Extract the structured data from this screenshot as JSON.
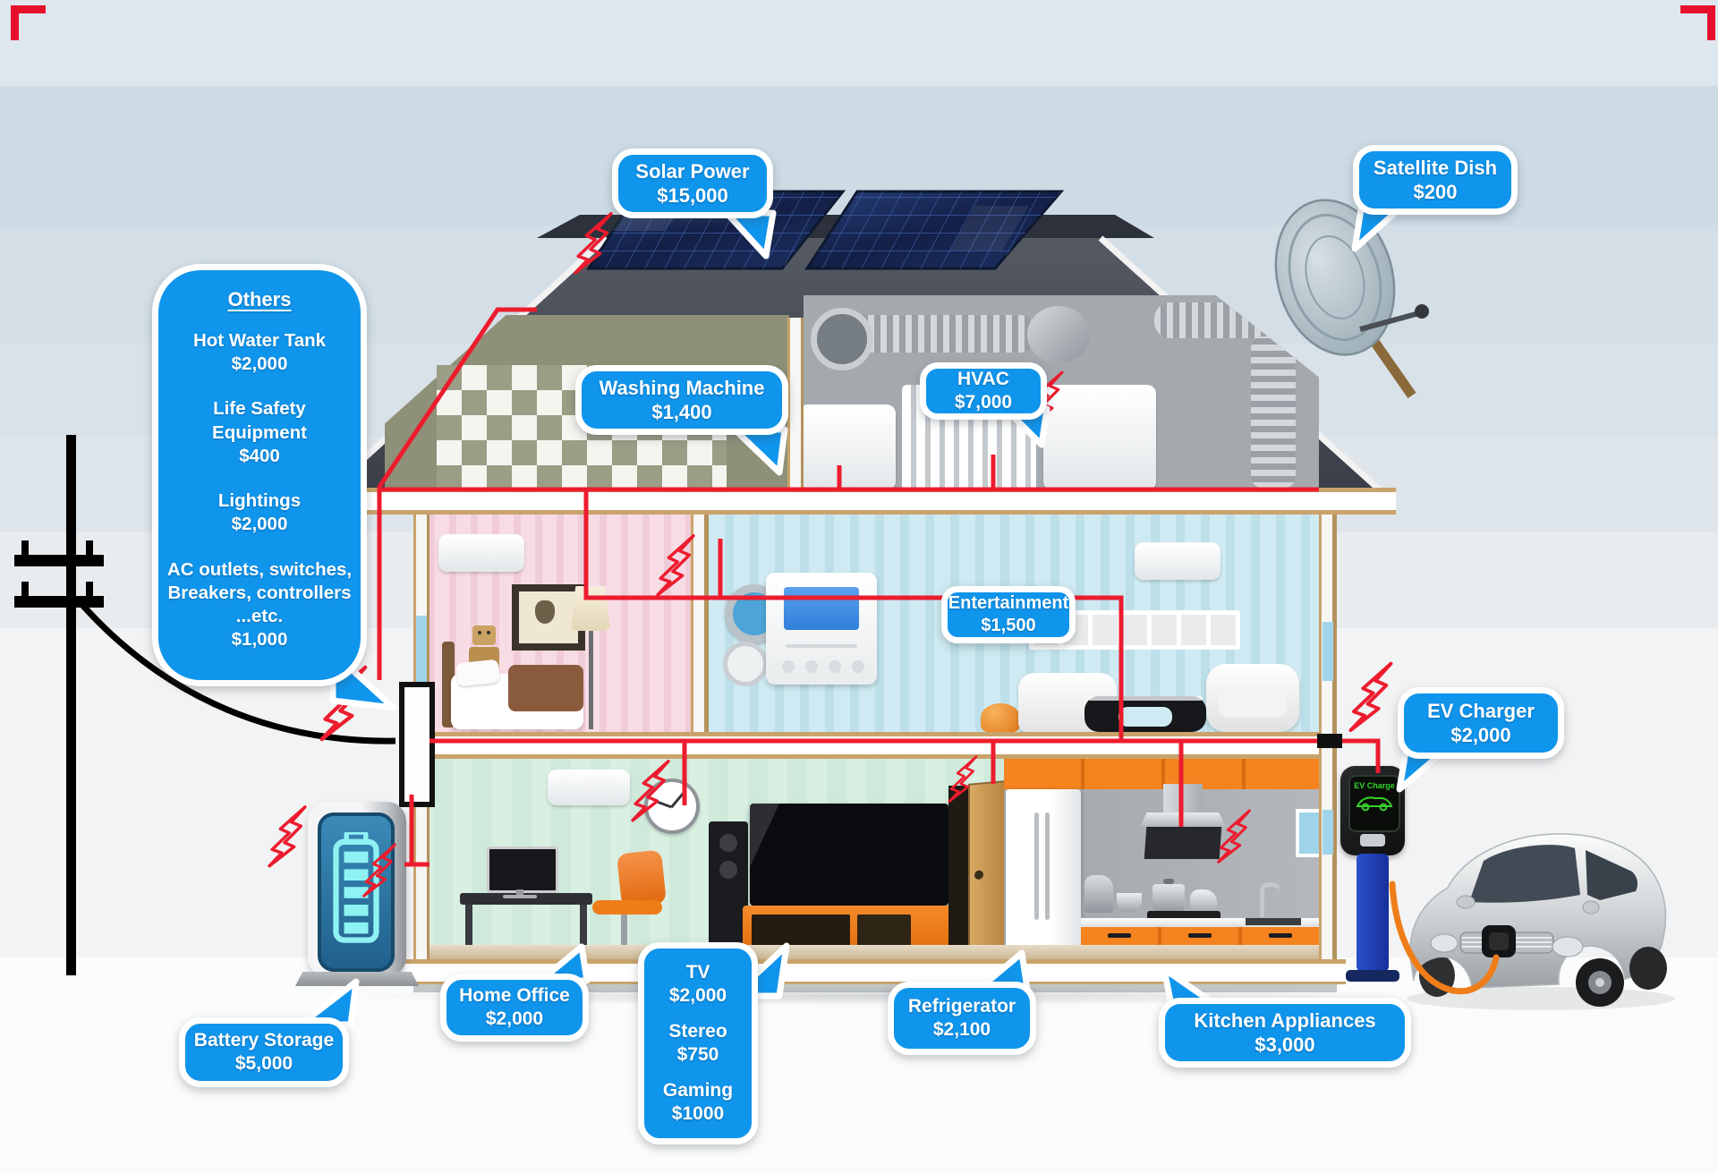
{
  "callouts": {
    "solar": {
      "title": "Solar Power",
      "value": "$15,000"
    },
    "satellite": {
      "title": "Satellite Dish",
      "value": "$200"
    },
    "washing": {
      "title": "Washing Machine",
      "value": "$1,400"
    },
    "hvac": {
      "title": "HVAC",
      "value": "$7,000"
    },
    "entertainment": {
      "title": "Entertainment",
      "value": "$1,500"
    },
    "ev": {
      "title": "EV Charger",
      "value": "$2,000"
    },
    "home_office": {
      "title": "Home Office",
      "value": "$2,000"
    },
    "tv_group": {
      "items": [
        {
          "title": "TV",
          "value": "$2,000"
        },
        {
          "title": "Stereo",
          "value": "$750"
        },
        {
          "title": "Gaming",
          "value": "$1000"
        }
      ]
    },
    "refrigerator": {
      "title": "Refrigerator",
      "value": "$2,100"
    },
    "kitchen": {
      "title": "Kitchen Appliances",
      "value": "$3,000"
    },
    "battery": {
      "title": "Battery Storage",
      "value": "$5,000"
    },
    "others": {
      "heading": "Others",
      "items": [
        {
          "lines": [
            "Hot Water Tank"
          ],
          "value": "$2,000"
        },
        {
          "lines": [
            "Life Safety",
            "Equipment"
          ],
          "value": "$400"
        },
        {
          "lines": [
            "Lightings"
          ],
          "value": "$2,000"
        },
        {
          "lines": [
            "AC outlets, switches,",
            "Breakers, controllers",
            "...etc."
          ],
          "value": "$1,000"
        }
      ]
    }
  },
  "ev_station": {
    "screen_label": "EV Charge"
  },
  "colors": {
    "callout_blue": "#1095ec",
    "wire_red": "#ec1c2e",
    "kitchen_orange": "#ef7d1a",
    "battery_cyan": "#8ef2f2",
    "ev_green": "#35d42a"
  }
}
